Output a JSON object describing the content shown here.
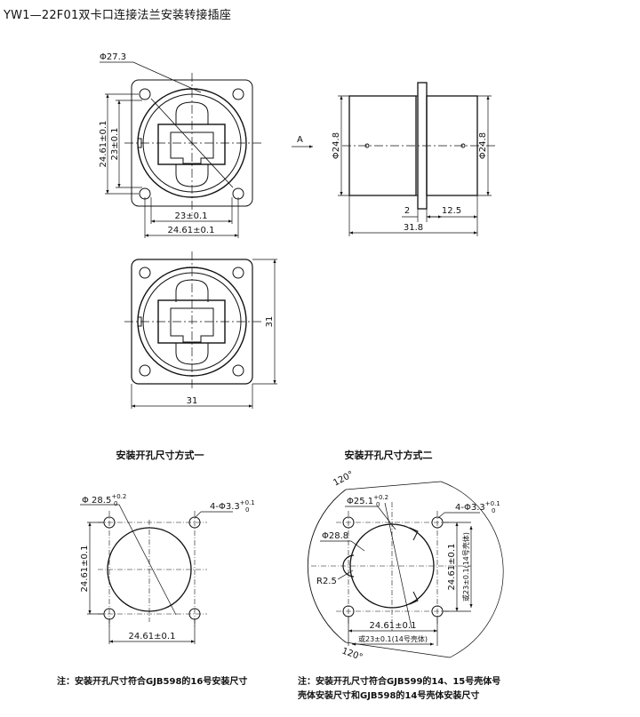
{
  "title": "YW1—22F01双卡口连接法兰安装转接插座",
  "front_view": {
    "phi_label": "Φ27.3",
    "outer_v": "24.61±0.1",
    "inner_v": "23±0.1",
    "inner_h": "23±0.1",
    "outer_h": "24.61±0.1"
  },
  "side_view": {
    "section_mark": "A",
    "phi_left": "Φ24.8",
    "phi_right": "Φ24.8",
    "dim_flange": "2",
    "dim_right": "12.5",
    "dim_total": "31.8"
  },
  "rear_view": {
    "width": "31",
    "height": "31"
  },
  "mount1": {
    "heading": "安装开孔尺寸方式一",
    "phi_main": "Φ 28.5",
    "phi_main_tol_up": "+0.2",
    "phi_main_tol_low": "0",
    "holes": "4-Φ3.3",
    "holes_tol_up": "+0.1",
    "holes_tol_low": "0",
    "dim_v": "24.61±0.1",
    "dim_h": "24.61±0.1",
    "note": "注：安装开孔尺寸符合GJB598的16号安装尺寸"
  },
  "mount2": {
    "heading": "安装开孔尺寸方式二",
    "angle_top": "120°",
    "angle_bottom": "120°",
    "phi_main": "Φ25.1",
    "phi_main_tol_up": "+0.2",
    "phi_main_tol_low": "0",
    "holes": "4-Φ3.3",
    "holes_tol_up": "+0.1",
    "holes_tol_low": "0",
    "phi_outer": "Φ28.8",
    "radius": "R2.5",
    "dim_v": "24.61±0.1",
    "dim_v_alt": "或23±0.1(14号壳体)",
    "dim_h": "24.61±0.1",
    "dim_h_alt": "或23±0.1(14号壳体)",
    "note_line1": "注：安装开孔尺寸符合GJB599的14、15号壳体号",
    "note_line2": "壳体安装尺寸和GJB598的14号壳体安装尺寸"
  }
}
